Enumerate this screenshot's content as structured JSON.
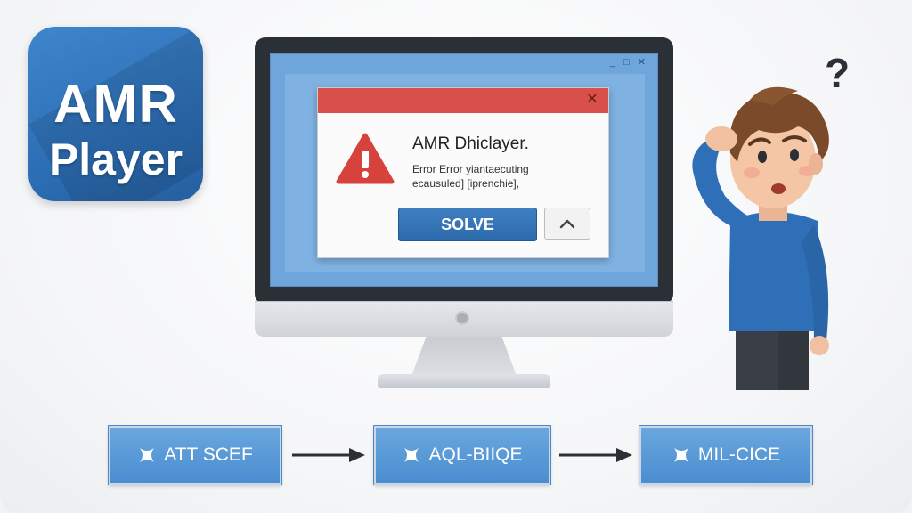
{
  "app_icon": {
    "line1": "AMR",
    "line2": "Player",
    "color": "#2f74bb"
  },
  "monitor": {
    "window_controls": "_ □ ✕"
  },
  "dialog": {
    "title": "AMR Dhiclayer.",
    "message_line1": "Error Error yiantaecuting",
    "message_line2": "ecausuled] [iprenchie],",
    "solve_label": "SOLVE",
    "titlebar_color": "#d94f4a",
    "close_icon": "close-icon",
    "warning_icon": "warning-icon",
    "chevron_icon": "chevron-up-icon"
  },
  "flow": {
    "steps": [
      {
        "label": "ATT SCEF",
        "icon": "x-icon"
      },
      {
        "label": "AQL-BIIQE",
        "icon": "x-icon"
      },
      {
        "label": "MIL-CICE",
        "icon": "x-icon"
      }
    ],
    "step_color": "#4a8dd0"
  },
  "person": {
    "question_mark": "?"
  }
}
